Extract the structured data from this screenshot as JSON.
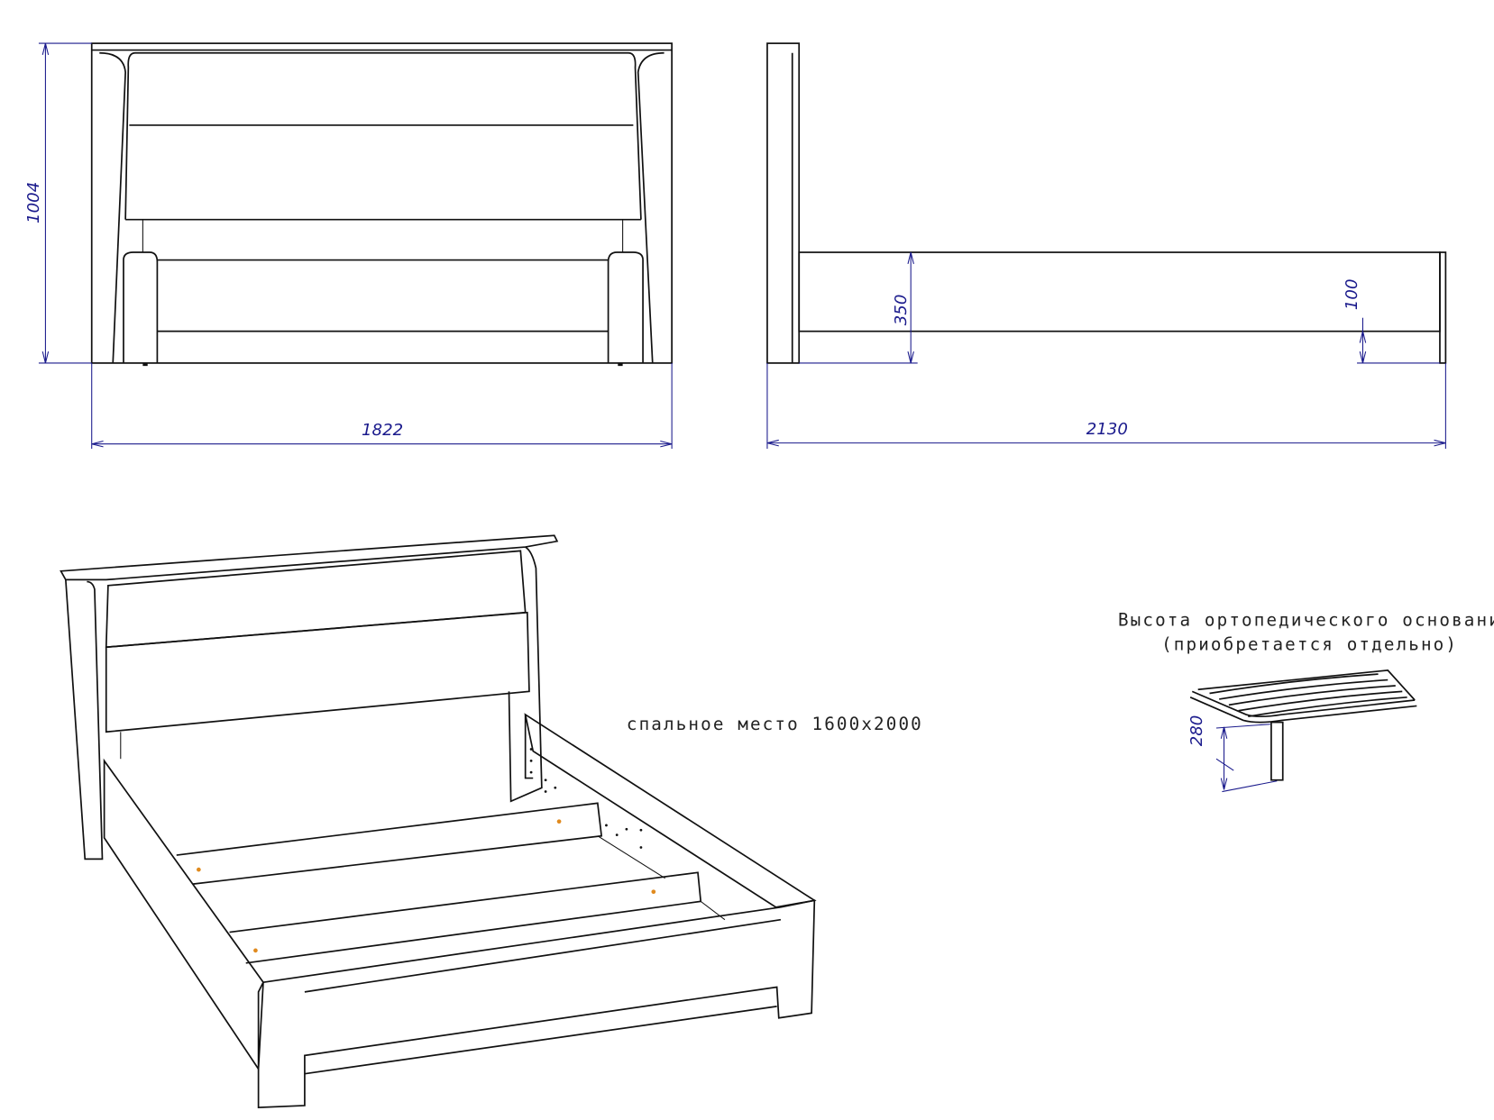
{
  "dimensions": {
    "front_width": "1822",
    "front_height": "1004",
    "side_length": "2130",
    "side_frame_height": "350",
    "side_clearance": "100",
    "slat_base_height": "280"
  },
  "labels": {
    "sleeping_area": "спальное место 1600x2000",
    "base_note_line1": "Высота ортопедического основания",
    "base_note_line2": "(приобретается отдельно)"
  },
  "colors": {
    "dimension": "#1a1a8c",
    "line": "#111111",
    "marker": "#e08a1e"
  }
}
